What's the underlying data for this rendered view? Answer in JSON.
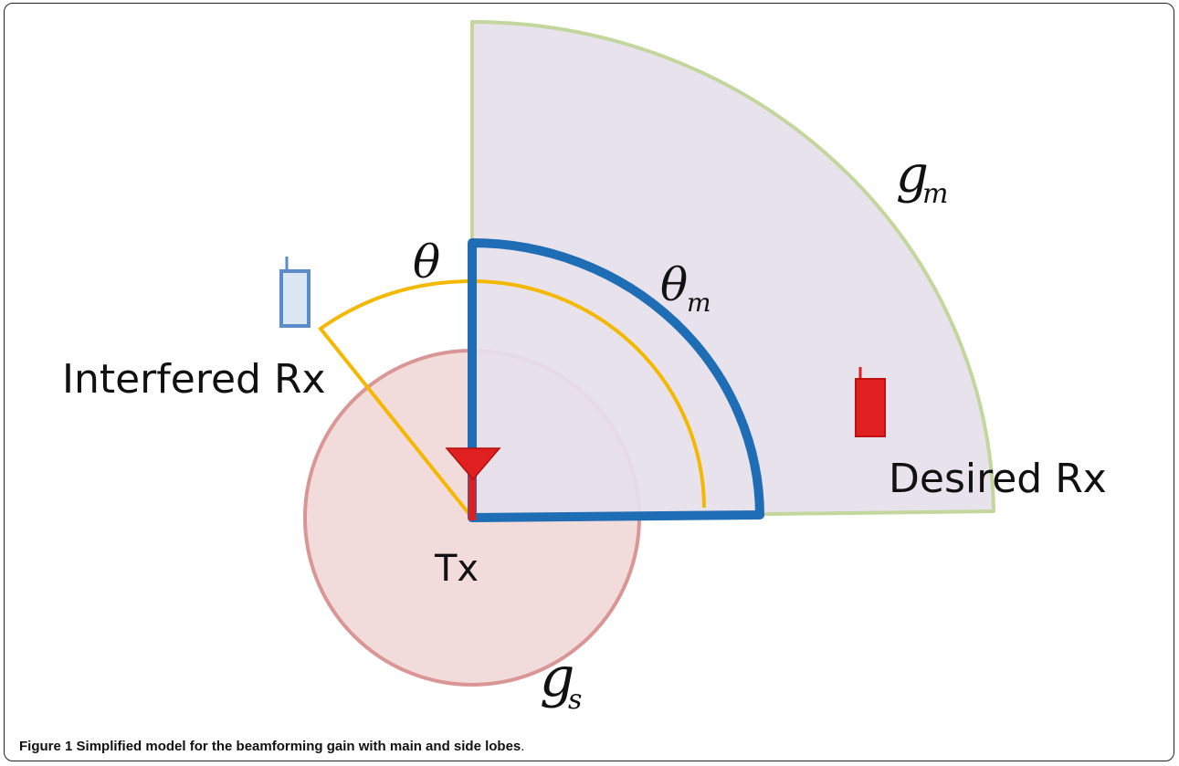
{
  "labels": {
    "interfered_rx": "Interfered Rx",
    "desired_rx": "Desired Rx",
    "tx": "Tx",
    "theta": "θ",
    "theta_m_base": "θ",
    "theta_m_sub": "m",
    "g_m_base": "g",
    "g_m_sub": "m",
    "g_s_base": "g",
    "g_s_sub": "s"
  },
  "caption": {
    "figure_number": "Figure 1",
    "text": "Simplified model for the beamforming gain with main and side lobes",
    "end": "."
  },
  "colors": {
    "main_lobe_fill": "#e6e0ec",
    "main_lobe_edge": "#c3d69b",
    "side_lobe_fill": "#f2dcdb",
    "side_lobe_edge": "#d99694",
    "beamwidth": "#1f6db5",
    "angle_arc": "#f5b800",
    "antenna": "#e02020",
    "interfered_device": "#5b8bc8",
    "interfered_device_fill": "#dbe7f5",
    "desired_device": "#e02020"
  }
}
